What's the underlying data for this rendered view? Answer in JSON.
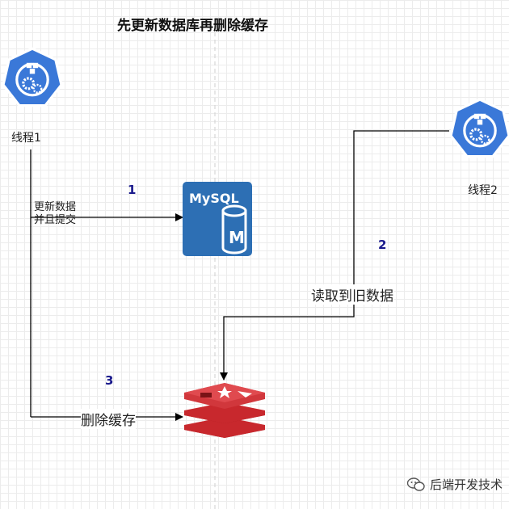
{
  "title": "先更新数据库再删除缓存",
  "thread1": {
    "label": "线程1"
  },
  "thread2": {
    "label": "线程2"
  },
  "mysql": {
    "text": "MySQL",
    "letter": "M"
  },
  "steps": {
    "step1": {
      "number": "1",
      "line1": "更新数据",
      "line2": "并且提交"
    },
    "step2": {
      "number": "2",
      "label": "读取到旧数据"
    },
    "step3": {
      "number": "3",
      "label": "删除缓存"
    }
  },
  "watermark": {
    "text": "后端开发技术"
  },
  "colors": {
    "kube_blue": "#3a78d8",
    "mysql_blue": "#2d6fb4",
    "redis_red": "#c8282d",
    "number_color": "#1a1a8c"
  }
}
